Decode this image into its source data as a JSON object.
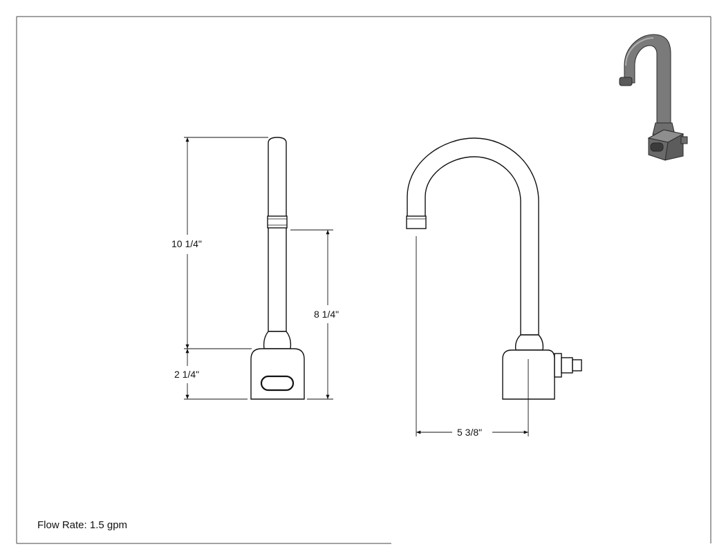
{
  "dimensions": {
    "overall_height": "10 1/4\"",
    "spout_height": "8 1/4\"",
    "base_height": "2 1/4\"",
    "spout_reach": "5 3/8\""
  },
  "notes": {
    "flow_rate": "Flow Rate: 1.5 gpm"
  },
  "colors": {
    "line": "#111111",
    "iso_body": "#7a7a7a",
    "iso_dark": "#3d3d3d",
    "iso_light": "#a9a9a9"
  }
}
